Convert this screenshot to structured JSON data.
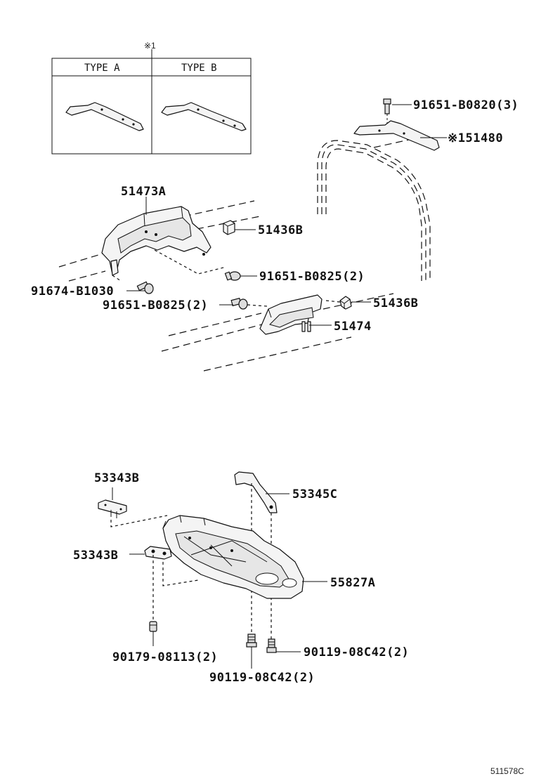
{
  "inset": {
    "marker": "※1",
    "type_a": "TYPE A",
    "type_b": "TYPE B"
  },
  "labels": {
    "p91651_b0820": "91651-B0820(3)",
    "p51480": "※151480",
    "p51473a": "51473A",
    "p51436b_1": "51436B",
    "p91651_b0825_1": "91651-B0825(2)",
    "p91674_b1030": "91674-B1030",
    "p91651_b0825_2": "91651-B0825(2)",
    "p51436b_2": "51436B",
    "p51474": "51474",
    "p53343b_1": "53343B",
    "p53345c": "53345C",
    "p53343b_2": "53343B",
    "p55827a": "55827A",
    "p90179_08113": "90179-08113(2)",
    "p90119_08c42_1": "90119-08C42(2)",
    "p90119_08c42_2": "90119-08C42(2)"
  },
  "diagram_code": "511578C"
}
